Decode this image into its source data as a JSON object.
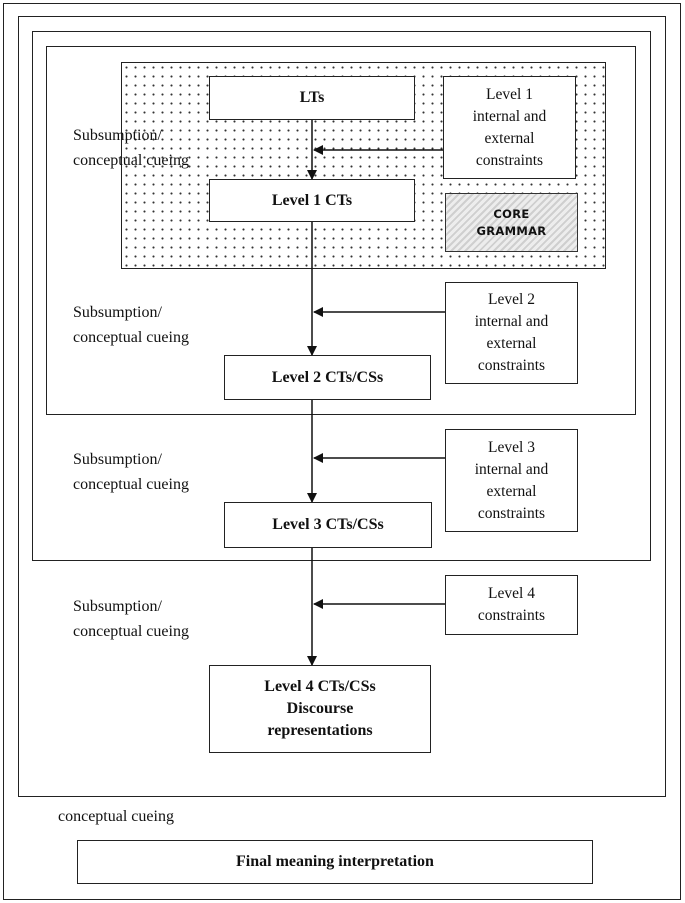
{
  "cueing_label": [
    "Subsumption/",
    "conceptual cueing"
  ],
  "bottom_cueing_label": "conceptual cueing",
  "lts": "LTs",
  "core_grammar": [
    "CORE",
    "GRAMMAR"
  ],
  "levels": [
    {
      "label": "Level 1 CTs",
      "constraints": [
        "Level 1",
        "internal and",
        "external",
        "constraints"
      ]
    },
    {
      "label": "Level 2 CTs/CSs",
      "constraints": [
        "Level 2",
        "internal and",
        "external",
        "constraints"
      ]
    },
    {
      "label": "Level 3 CTs/CSs",
      "constraints": [
        "Level 3",
        "internal and",
        "external",
        "constraints"
      ]
    },
    {
      "label": [
        "Level 4 CTs/CSs",
        "Discourse",
        "representations"
      ],
      "constraints": [
        "Level 4",
        "constraints"
      ]
    }
  ],
  "final": "Final meaning interpretation"
}
